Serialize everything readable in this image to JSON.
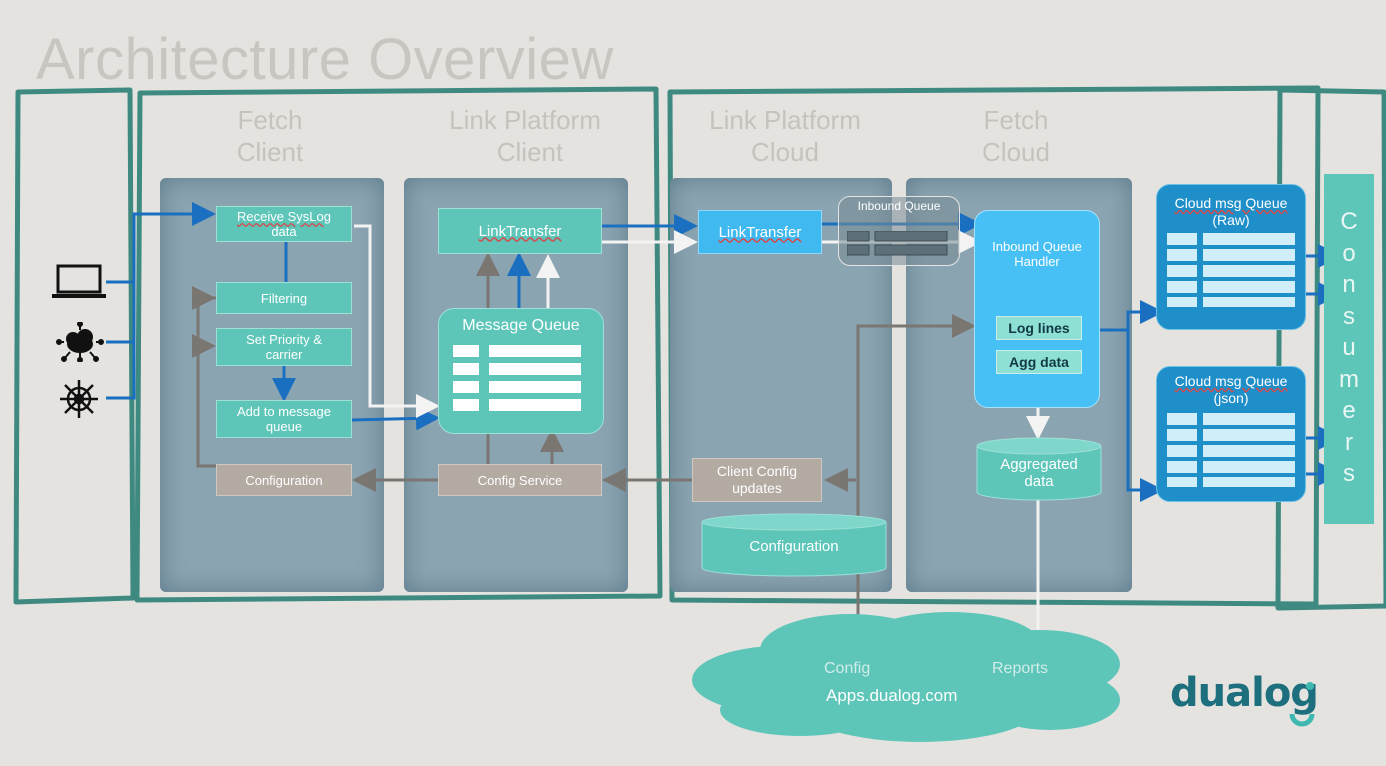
{
  "title": "Architecture Overview",
  "columns": {
    "fetch_client": [
      "Fetch",
      "Client"
    ],
    "link_client": [
      "Link Platform",
      "Client"
    ],
    "link_cloud": [
      "Link Platform",
      "Cloud"
    ],
    "fetch_cloud": [
      "Fetch",
      "Cloud"
    ]
  },
  "sources": [
    {
      "icon": "laptop-icon"
    },
    {
      "icon": "cloud-network-icon"
    },
    {
      "icon": "ship-wheel-icon"
    }
  ],
  "fetch_client": {
    "receive": [
      "Receive SysLog",
      "data"
    ],
    "filtering": "Filtering",
    "set_priority": [
      "Set Priority &",
      "carrier"
    ],
    "add_queue": [
      "Add to message",
      "queue"
    ],
    "configuration": "Configuration"
  },
  "link_client": {
    "link_transfer": "LinkTransfer",
    "message_queue": "Message Queue",
    "config_service": "Config Service"
  },
  "link_cloud": {
    "link_transfer": "LinkTransfer",
    "inbound_queue": "Inbound Queue",
    "client_config": [
      "Client Config",
      "updates"
    ],
    "configuration_db": "Configuration"
  },
  "fetch_cloud": {
    "handler": [
      "Inbound Queue",
      "Handler"
    ],
    "log_lines": "Log lines",
    "agg_data": "Agg data",
    "aggregated": [
      "Aggregated",
      "data"
    ]
  },
  "queues": {
    "raw": [
      "Cloud msg Queue",
      "(Raw)"
    ],
    "json": [
      "Cloud msg Queue",
      "(json)"
    ]
  },
  "consumers": [
    "C",
    "o",
    "n",
    "s",
    "u",
    "m",
    "e",
    "r",
    "s"
  ],
  "cloud": {
    "config": "Config",
    "reports": "Reports",
    "apps": "Apps.dualog.com"
  },
  "logo": "dualog",
  "colors": {
    "background": "#e5e3e0",
    "frame": "#3f8a80",
    "teal": "#5dc6b9",
    "blue_arrow": "#1a6fc0",
    "gray_arrow": "#7a7672",
    "panel": "#8ba4b1",
    "queue_blue": "#1f8fc9"
  }
}
